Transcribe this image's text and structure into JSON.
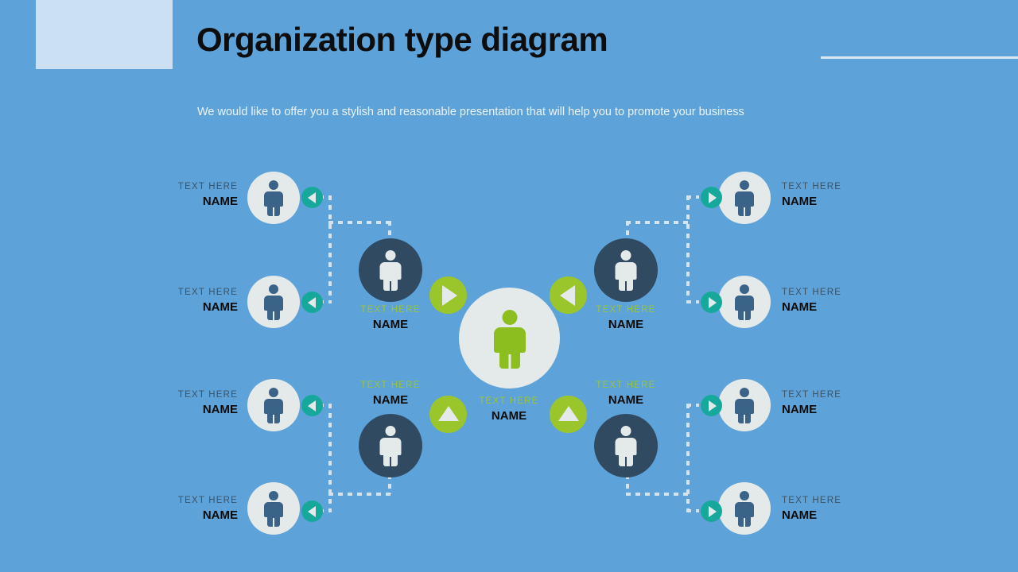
{
  "slide": {
    "title": "Organization type diagram",
    "subtitle": "We would like to offer you a stylish and reasonable presentation that will help you to promote your business",
    "background_color": "#5da2d8",
    "accent_green": "#9ac62c",
    "accent_teal": "#16a99b",
    "dark_node_color": "#2f4a61",
    "light_node_color": "#e4eaea",
    "person_blue": "#3b6387"
  },
  "center_node": {
    "caption": "TEXT HERE",
    "name": "NAME"
  },
  "center_controls": [
    {
      "direction": "right",
      "position": "top-left"
    },
    {
      "direction": "left",
      "position": "top-right"
    },
    {
      "direction": "up",
      "position": "bottom-left"
    },
    {
      "direction": "up",
      "position": "bottom-right"
    }
  ],
  "mid_nodes": [
    {
      "caption": "TEXT HERE",
      "name": "NAME",
      "side": "left",
      "row": "top"
    },
    {
      "caption": "TEXT HERE",
      "name": "NAME",
      "side": "left",
      "row": "bottom"
    },
    {
      "caption": "TEXT HERE",
      "name": "NAME",
      "side": "right",
      "row": "top"
    },
    {
      "caption": "TEXT HERE",
      "name": "NAME",
      "side": "right",
      "row": "bottom"
    }
  ],
  "leaf_nodes": [
    {
      "caption": "TEXT HERE",
      "name": "NAME",
      "side": "left",
      "index": 1
    },
    {
      "caption": "TEXT HERE",
      "name": "NAME",
      "side": "left",
      "index": 2
    },
    {
      "caption": "TEXT HERE",
      "name": "NAME",
      "side": "left",
      "index": 3
    },
    {
      "caption": "TEXT HERE",
      "name": "NAME",
      "side": "left",
      "index": 4
    },
    {
      "caption": "TEXT HERE",
      "name": "NAME",
      "side": "right",
      "index": 1
    },
    {
      "caption": "TEXT HERE",
      "name": "NAME",
      "side": "right",
      "index": 2
    },
    {
      "caption": "TEXT HERE",
      "name": "NAME",
      "side": "right",
      "index": 3
    },
    {
      "caption": "TEXT HERE",
      "name": "NAME",
      "side": "right",
      "index": 4
    }
  ]
}
